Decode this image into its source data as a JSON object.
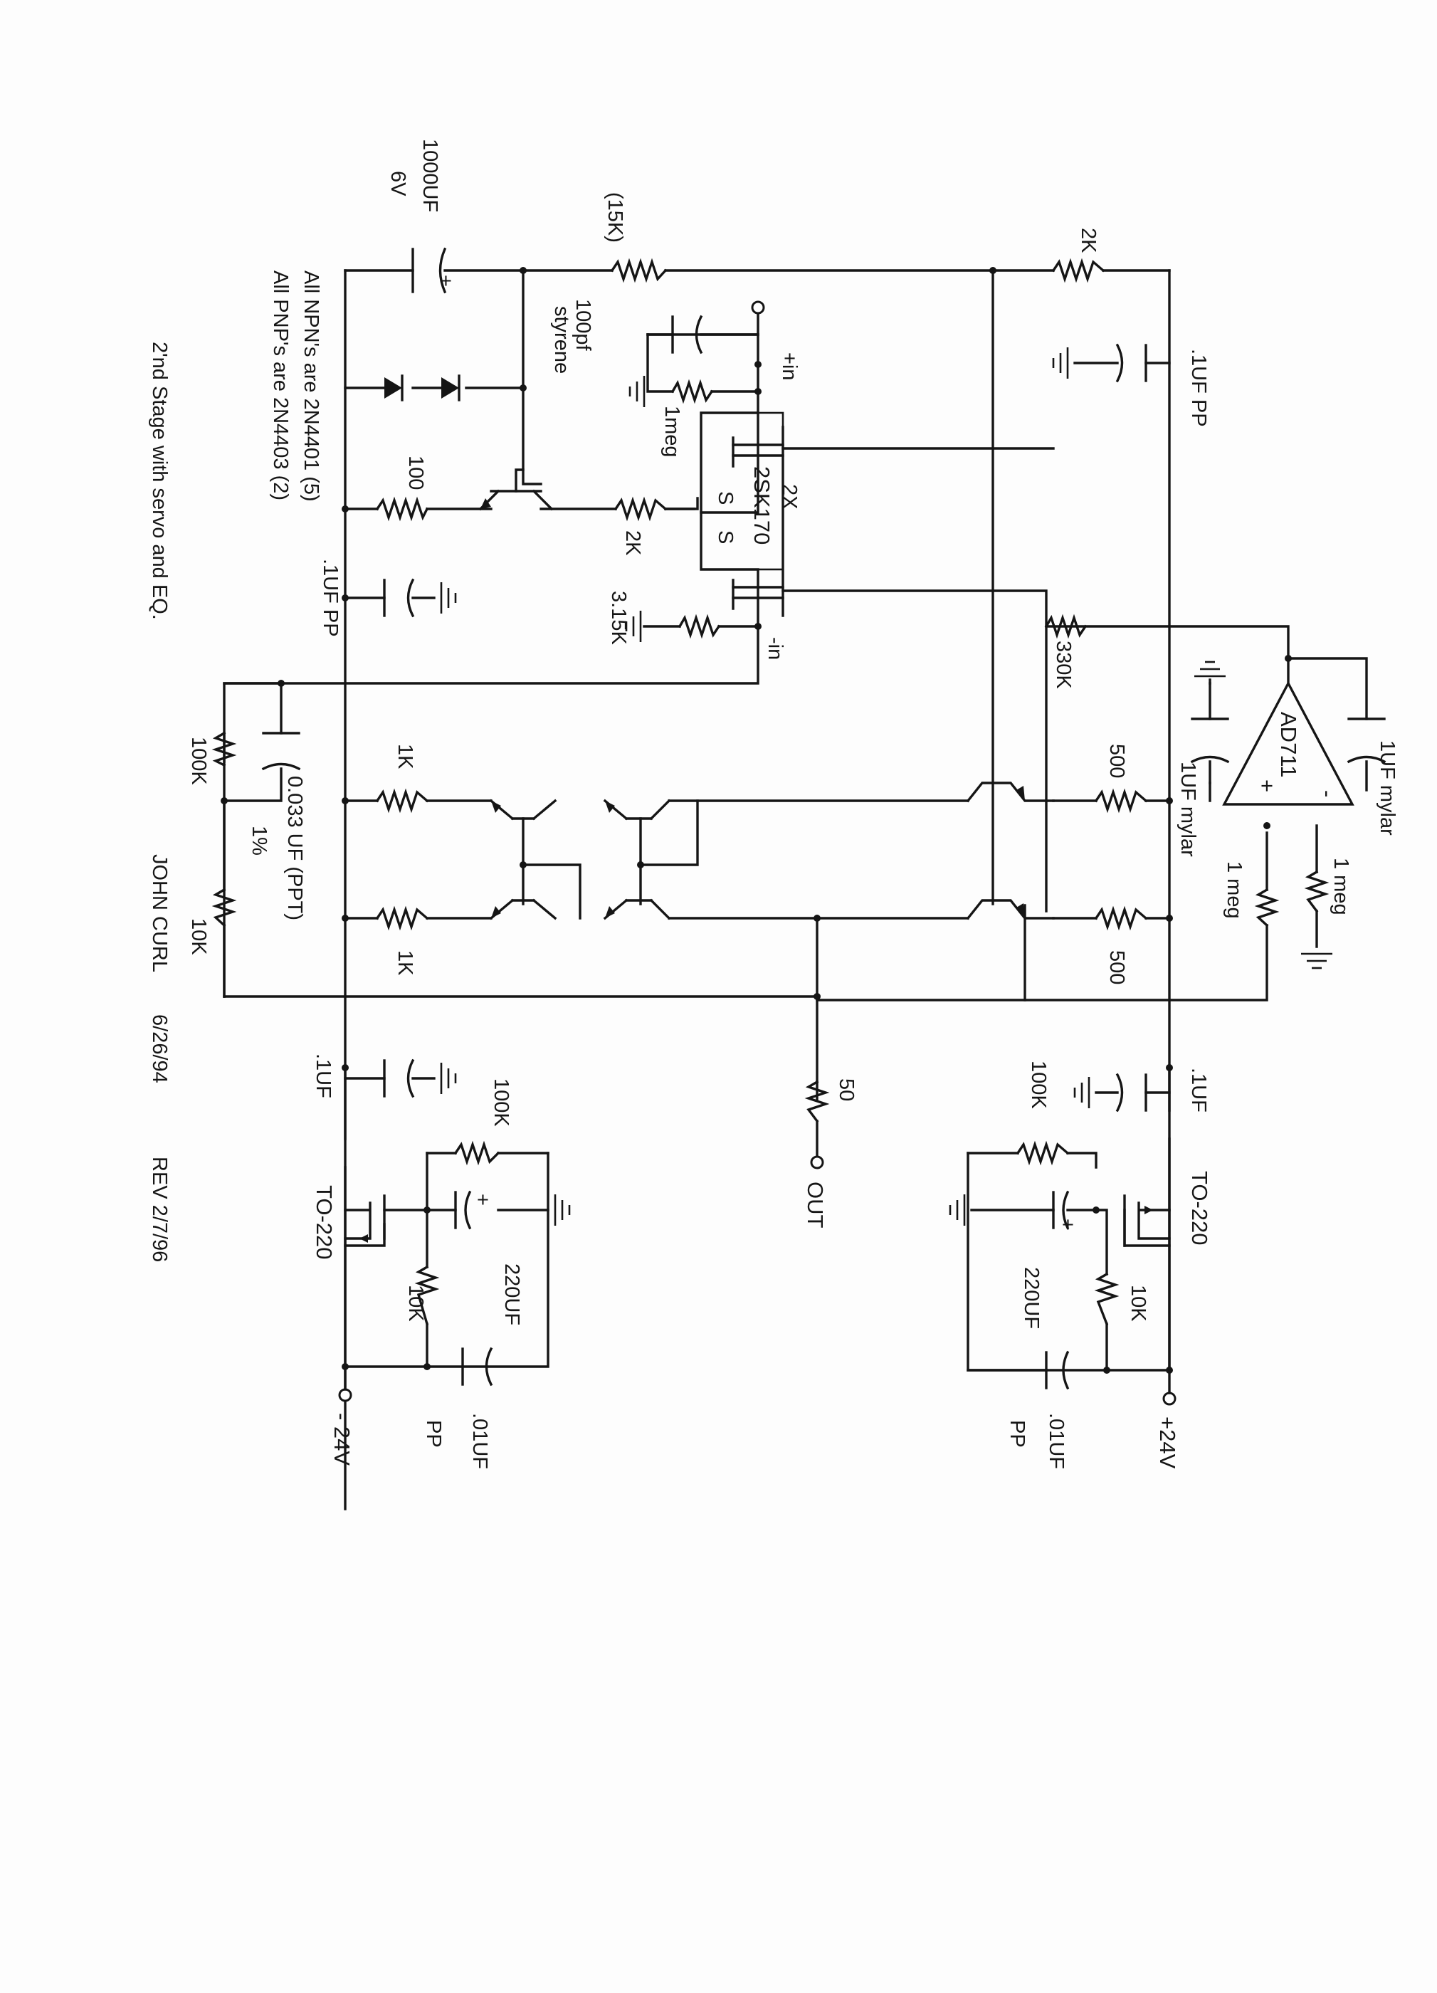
{
  "title_block": {
    "description": "2'nd Stage with servo and EQ.",
    "author": "JOHN CURL",
    "date": "6/26/94",
    "revision": "REV 2/7/96",
    "npn_note": "All NPN's are 2N4401 (5)",
    "pnp_note": "All PNP's are 2N4403 (2)"
  },
  "labels": {
    "c_1000uf": "1000UF",
    "c_1000uf_v": "6V",
    "r_15k": "(15K)",
    "c_100pf": "100pf",
    "c_100pf_type": "styrene",
    "r_1meg_in": "1meg",
    "in_plus": "+in",
    "in_minus": "-in",
    "jfet_qty": "2X",
    "jfet_part": "2SK170",
    "jfet_s1": "S",
    "jfet_s2": "S",
    "r_100": "100",
    "r_2k_gate": "2K",
    "r_3_15k": "3.15K",
    "c_1uf_pp_left": ".1UF PP",
    "r_2k_top": "2K",
    "c_1uf_pp_top": ".1UF PP",
    "r_330k": "330K",
    "opamp": "AD711",
    "opamp_minus": "-",
    "opamp_plus": "+",
    "c_1uf_mylar_top": "1UF mylar",
    "c_1uf_mylar_left": "1UF mylar",
    "r_1meg_a": "1 meg",
    "r_1meg_b": "1 meg",
    "r_500_a": "500",
    "r_500_b": "500",
    "r_1k_a": "1K",
    "r_1k_b": "1K",
    "r_100k_eq": "100K",
    "r_10k_eq": "10K",
    "c_eq": "0.033 UF (PPT)",
    "c_eq_tol": "1%",
    "r_50": "50",
    "out": "OUT",
    "c_1uf_pos": ".1UF",
    "c_1uf_neg": ".1UF",
    "r_100k_pos": "100K",
    "r_100k_neg": "100K",
    "to220_pos": "TO-220",
    "to220_neg": "TO-220",
    "c_220uf_pos": "220UF",
    "c_220uf_neg": "220UF",
    "r_10k_pos": "10K",
    "r_10k_neg": "10K",
    "c_01uf_pos": ".01UF",
    "c_01uf_neg": ".01UF",
    "pp_pos": "PP",
    "pp_neg": "PP",
    "supply_pos": "+24V",
    "supply_neg": "- 24V"
  }
}
